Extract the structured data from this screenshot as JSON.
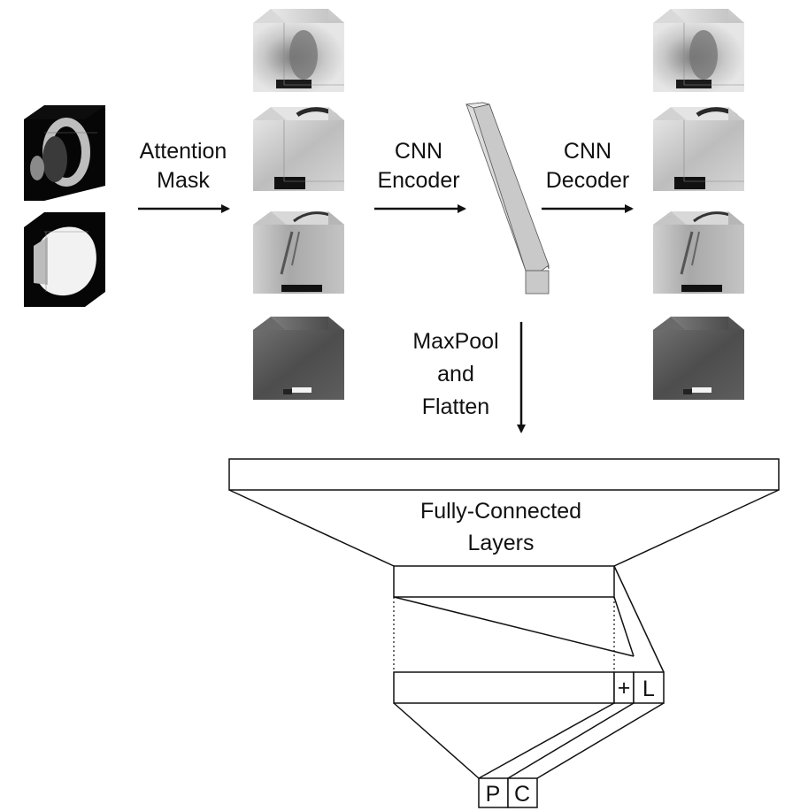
{
  "labels": {
    "attention_mask_line1": "Attention",
    "attention_mask_line2": "Mask",
    "cnn_encoder_line1": "CNN",
    "cnn_encoder_line2": "Encoder",
    "cnn_decoder_line1": "CNN",
    "cnn_decoder_line2": "Decoder",
    "maxpool_line1": "MaxPool",
    "maxpool_line2": "and",
    "maxpool_line3": "Flatten",
    "fc_line1": "Fully-Connected",
    "fc_line2": "Layers",
    "plus": "+",
    "output_l": "L",
    "output_p": "P",
    "output_c": "C"
  },
  "colors": {
    "stroke": "#111111",
    "latent_front": "#c9c9c9",
    "latent_side": "#a9a9a9",
    "latent_top": "#e2e2e2"
  }
}
